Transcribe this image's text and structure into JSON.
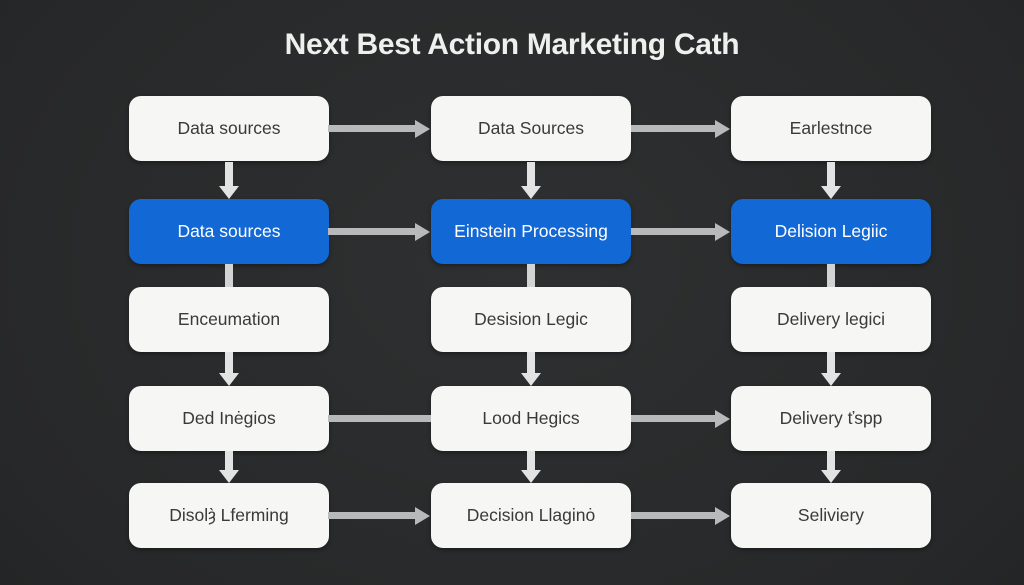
{
  "title": "Next Best Action Marketing Cath",
  "colors": {
    "background_center": "#2e3031",
    "background_edge": "#0f0f10",
    "box_white": "#f6f6f4",
    "box_blue": "#1268d4",
    "box_text_dark": "#3a3a3a",
    "box_text_light": "#ffffff",
    "arrow_horizontal": "#b7b9ba",
    "arrow_vertical": "#e2e3e2"
  },
  "flowchart": {
    "rows": [
      {
        "cells": [
          {
            "id": "r1c1",
            "label": "Data sources",
            "variant": "white"
          },
          {
            "id": "r1c2",
            "label": "Data Sources",
            "variant": "white"
          },
          {
            "id": "r1c3",
            "label": "Earlestnce",
            "variant": "white"
          }
        ]
      },
      {
        "cells": [
          {
            "id": "r2c1",
            "label": "Data sources",
            "variant": "blue"
          },
          {
            "id": "r2c2",
            "label": "Einstein Processing",
            "variant": "blue"
          },
          {
            "id": "r2c3",
            "label": "Delision Legiic",
            "variant": "blue"
          }
        ]
      },
      {
        "cells": [
          {
            "id": "r3c1",
            "label": "Enceumation",
            "variant": "white"
          },
          {
            "id": "r3c2",
            "label": "Desision Legic",
            "variant": "white"
          },
          {
            "id": "r3c3",
            "label": "Delivery legici",
            "variant": "white"
          }
        ]
      },
      {
        "cells": [
          {
            "id": "r4c1",
            "label": "Ded Inėgios",
            "variant": "white"
          },
          {
            "id": "r4c2",
            "label": "Lood Hegics",
            "variant": "white"
          },
          {
            "id": "r4c3",
            "label": "Delivery ťspp",
            "variant": "white"
          }
        ]
      },
      {
        "cells": [
          {
            "id": "r5c1",
            "label": "Disolȝ̀ Lferming",
            "variant": "white"
          },
          {
            "id": "r5c2",
            "label": "Decision Llaginȯ",
            "variant": "white"
          },
          {
            "id": "r5c3",
            "label": "Seliviery",
            "variant": "white"
          }
        ]
      }
    ],
    "edges": [
      {
        "from": "r1c1",
        "to": "r1c2",
        "style": "arrow"
      },
      {
        "from": "r1c2",
        "to": "r1c3",
        "style": "arrow"
      },
      {
        "from": "r1c1",
        "to": "r2c1",
        "style": "arrow"
      },
      {
        "from": "r1c2",
        "to": "r2c2",
        "style": "arrow"
      },
      {
        "from": "r1c3",
        "to": "r2c3",
        "style": "arrow"
      },
      {
        "from": "r2c1",
        "to": "r2c2",
        "style": "arrow"
      },
      {
        "from": "r2c2",
        "to": "r2c3",
        "style": "arrow"
      },
      {
        "from": "r2c1",
        "to": "r3c1",
        "style": "line"
      },
      {
        "from": "r2c2",
        "to": "r3c2",
        "style": "line"
      },
      {
        "from": "r2c3",
        "to": "r3c3",
        "style": "line"
      },
      {
        "from": "r3c1",
        "to": "r4c1",
        "style": "arrow"
      },
      {
        "from": "r3c2",
        "to": "r4c2",
        "style": "arrow"
      },
      {
        "from": "r3c3",
        "to": "r4c3",
        "style": "arrow"
      },
      {
        "from": "r4c1",
        "to": "r4c2",
        "style": "line"
      },
      {
        "from": "r4c2",
        "to": "r4c3",
        "style": "arrow"
      },
      {
        "from": "r4c1",
        "to": "r5c1",
        "style": "arrow"
      },
      {
        "from": "r4c2",
        "to": "r5c2",
        "style": "arrow"
      },
      {
        "from": "r4c3",
        "to": "r5c3",
        "style": "arrow"
      },
      {
        "from": "r5c1",
        "to": "r5c2",
        "style": "arrow"
      },
      {
        "from": "r5c2",
        "to": "r5c3",
        "style": "arrow"
      }
    ]
  }
}
